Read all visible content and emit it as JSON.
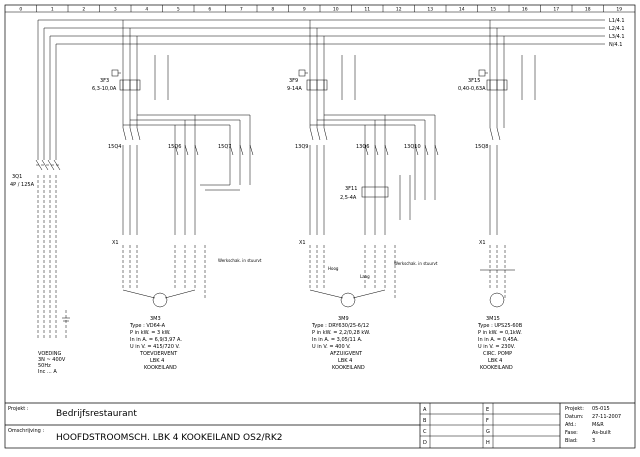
{
  "column_numbers": [
    "0",
    "1",
    "2",
    "3",
    "4",
    "5",
    "6",
    "7",
    "8",
    "9",
    "10",
    "11",
    "12",
    "13",
    "14",
    "15",
    "16",
    "17",
    "18",
    "19"
  ],
  "bus_labels": [
    "L1/4.1",
    "L2/4.1",
    "L3/4.1",
    "N/4.1"
  ],
  "supply": {
    "tag": "3Q1",
    "rating": "4P / 125A",
    "label_lines": [
      "VOEDING",
      "3N ~ 400V",
      "50Hz",
      "Inc ... A"
    ]
  },
  "groups": [
    {
      "protection_tag": "3F3",
      "protection_range": "6,3-10,0A",
      "contactor_tags": [
        "15Q4",
        "15Q6",
        "15Q7"
      ],
      "terminal": "X1",
      "note": "Werkschak. in stuurvt",
      "motor_tag": "3M3",
      "specs": [
        "Type : VD64-A",
        "P in kW. = 3 kW.",
        "In in A. = 6,9/3,97 A.",
        "U in V. = 415/720 V."
      ],
      "function": "TOEVOERVENT",
      "panel": "LBK 4",
      "location": "KOOKEILAND"
    },
    {
      "protection_tag": "3F9",
      "protection_range": "9-14A",
      "contactor_tags": [
        "13Q9",
        "13Q6",
        "13Q10"
      ],
      "extra_tag": "3F11",
      "extra_range": "2,5-4A",
      "terminal": "X1",
      "note": "Werkschak. in stuurvt",
      "speed_labels": [
        "Hoog",
        "Laag"
      ],
      "motor_tag": "3M9",
      "specs": [
        "Type : DRY630/25-6/12",
        "P in kW. = 2,2/0,28 kW.",
        "In in A. = 3,05/11 A.",
        "U in V. = 400 V."
      ],
      "function": "AFZUIGVENT",
      "panel": "LBK 4",
      "location": "KOOKEILAND"
    },
    {
      "protection_tag": "3F15",
      "protection_range": "0,40-0,63A",
      "contactor_tags": [
        "15Q8"
      ],
      "terminal": "X1",
      "motor_tag": "3M15",
      "specs": [
        "Type : UPS25-60B",
        "P in kW. = 0,1kW.",
        "In in A. = 0,45A.",
        "U in V. = 230V."
      ],
      "function": "CIRC. POMP",
      "panel": "LBK 4",
      "location": "KOOKEILAND"
    }
  ],
  "title_block": {
    "project_label": "Projekt :",
    "project_value": "Bedrijfsrestaurant",
    "desc_label": "Omschrijving :",
    "desc_value": "HOOFDSTROOMSCH. LBK 4 KOOKEILAND   OS2/RK2",
    "rev_letters": [
      "A",
      "B",
      "C",
      "D",
      "E",
      "F",
      "G",
      "H"
    ],
    "info": [
      {
        "label": "Projekt:",
        "value": "05-015"
      },
      {
        "label": "Datum:",
        "value": "27-11-2007"
      },
      {
        "label": "Afd.:",
        "value": "M&R"
      },
      {
        "label": "Fase:",
        "value": "As-built"
      },
      {
        "label": "Blad:",
        "value": "3"
      }
    ]
  }
}
